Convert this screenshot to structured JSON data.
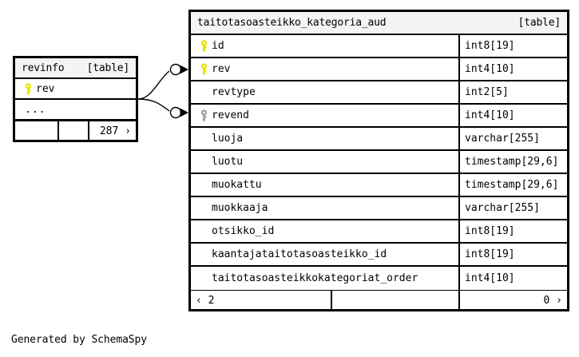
{
  "diagram": {
    "tool_caption": "Generated by SchemaSpy",
    "key_color_primary": "#e3e300",
    "key_color_secondary": "#9c9c9c",
    "header_bg": "#f4f4f4",
    "border_color": "#000000"
  },
  "main_table": {
    "name": "taitotasoasteikko_kategoria_aud",
    "tag": "[table]",
    "columns": [
      {
        "key": "primary",
        "name": "id",
        "type": "int8[19]"
      },
      {
        "key": "primary",
        "name": "rev",
        "type": "int4[10]"
      },
      {
        "key": "none",
        "name": "revtype",
        "type": "int2[5]"
      },
      {
        "key": "secondary",
        "name": "revend",
        "type": "int4[10]"
      },
      {
        "key": "none",
        "name": "luoja",
        "type": "varchar[255]"
      },
      {
        "key": "none",
        "name": "luotu",
        "type": "timestamp[29,6]"
      },
      {
        "key": "none",
        "name": "muokattu",
        "type": "timestamp[29,6]"
      },
      {
        "key": "none",
        "name": "muokkaaja",
        "type": "varchar[255]"
      },
      {
        "key": "none",
        "name": "otsikko_id",
        "type": "int8[19]"
      },
      {
        "key": "none",
        "name": "kaantajataitotasoasteikko_id",
        "type": "int8[19]"
      },
      {
        "key": "none",
        "name": "taitotasoasteikkokategoriat_order",
        "type": "int4[10]"
      }
    ],
    "footer": {
      "left": "‹ 2",
      "middle": "",
      "right": "0 ›"
    }
  },
  "revinfo_table": {
    "name": "revinfo",
    "tag": "[table]",
    "columns": [
      {
        "key": "primary",
        "name": "rev",
        "type": ""
      }
    ],
    "ellipsis": "...",
    "footer": {
      "left": "",
      "middle": "",
      "right": "287 ›"
    }
  },
  "relationships": [
    {
      "from": "revinfo.rev",
      "to": "taitotasoasteikko_kategoria_aud.rev",
      "marker": "circle-arrow"
    },
    {
      "from": "revinfo.rev",
      "to": "taitotasoasteikko_kategoria_aud.revend",
      "marker": "circle-arrow"
    }
  ]
}
